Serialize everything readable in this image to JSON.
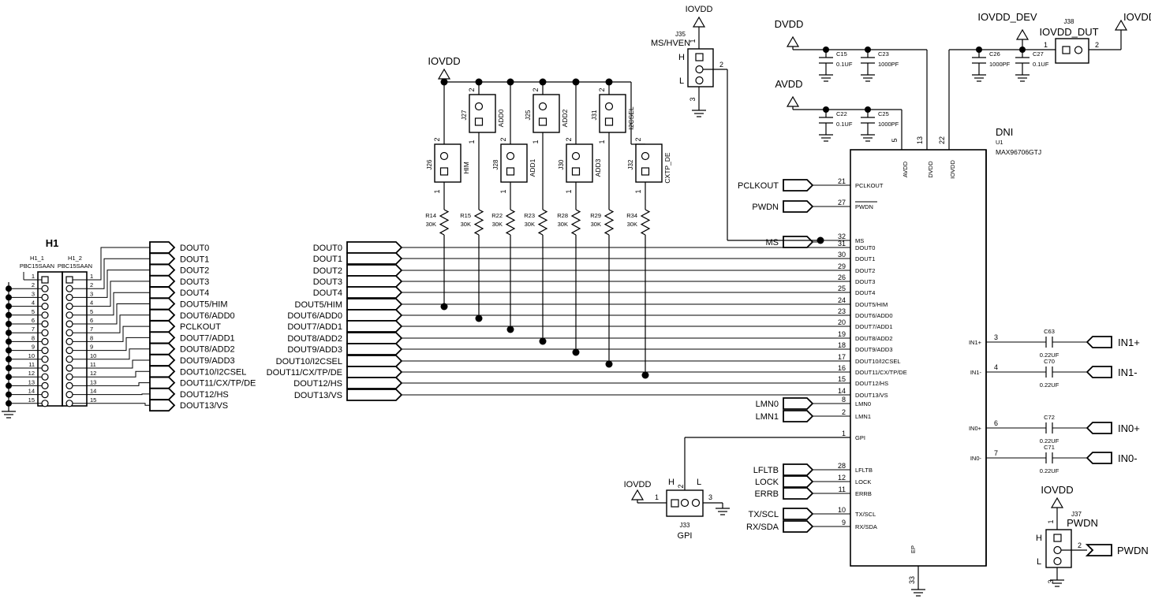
{
  "sheet": {
    "type": "electronic-schematic",
    "device": {
      "dni": "DNI",
      "refdes": "U1",
      "part": "MAX96706GTJ"
    }
  },
  "connector_h1": {
    "title": "H1",
    "left": {
      "refdes": "H1_1",
      "part": "PBC15SAAN"
    },
    "right": {
      "refdes": "H1_2",
      "part": "PBC15SAAN"
    },
    "pins": [
      "1",
      "2",
      "3",
      "4",
      "5",
      "6",
      "7",
      "8",
      "9",
      "10",
      "11",
      "12",
      "13",
      "14",
      "15"
    ]
  },
  "dout_ports": [
    "DOUT0",
    "DOUT1",
    "DOUT2",
    "DOUT3",
    "DOUT4",
    "DOUT5/HIM",
    "DOUT6/ADD0",
    "PCLKOUT",
    "DOUT7/ADD1",
    "DOUT8/ADD2",
    "DOUT9/ADD3",
    "DOUT10/I2CSEL",
    "DOUT11/CX/TP/DE",
    "DOUT12/HS",
    "DOUT13/VS"
  ],
  "bus_ports": [
    {
      "label": "DOUT0",
      "pin": "31",
      "ic": "DOUT0"
    },
    {
      "label": "DOUT1",
      "pin": "30",
      "ic": "DOUT1"
    },
    {
      "label": "DOUT2",
      "pin": "29",
      "ic": "DOUT2"
    },
    {
      "label": "DOUT3",
      "pin": "26",
      "ic": "DOUT3"
    },
    {
      "label": "DOUT4",
      "pin": "25",
      "ic": "DOUT4"
    },
    {
      "label": "DOUT5/HIM",
      "pin": "24",
      "ic": "DOUT5/HIM"
    },
    {
      "label": "DOUT6/ADD0",
      "pin": "23",
      "ic": "DOUT6/ADD0"
    },
    {
      "label": "DOUT7/ADD1",
      "pin": "20",
      "ic": "DOUT7/ADD1"
    },
    {
      "label": "DOUT8/ADD2",
      "pin": "19",
      "ic": "DOUT8/ADD2"
    },
    {
      "label": "DOUT9/ADD3",
      "pin": "18",
      "ic": "DOUT9/ADD3"
    },
    {
      "label": "DOUT10/I2CSEL",
      "pin": "17",
      "ic": "DOUT10/I2CSEL"
    },
    {
      "label": "DOUT11/CX/TP/DE",
      "pin": "16",
      "ic": "DOUT11/CX/TP/DE"
    },
    {
      "label": "DOUT12/HS",
      "pin": "15",
      "ic": "DOUT12/HS"
    },
    {
      "label": "DOUT13/VS",
      "pin": "14",
      "ic": "DOUT13/VS"
    }
  ],
  "pullups": [
    {
      "refdes": "R14",
      "value": "30K"
    },
    {
      "refdes": "R15",
      "value": "30K"
    },
    {
      "refdes": "R22",
      "value": "30K"
    },
    {
      "refdes": "R23",
      "value": "30K"
    },
    {
      "refdes": "R28",
      "value": "30K"
    },
    {
      "refdes": "R29",
      "value": "30K"
    },
    {
      "refdes": "R34",
      "value": "30K"
    }
  ],
  "jumpers_config": [
    {
      "refdes": "J26",
      "net": "HIM",
      "pin1": "1",
      "pin2": "2"
    },
    {
      "refdes": "J27",
      "net": "ADD0",
      "pin1": "1",
      "pin2": "2"
    },
    {
      "refdes": "J28",
      "net": "ADD1",
      "pin1": "1",
      "pin2": "2"
    },
    {
      "refdes": "J25",
      "net": "ADD2",
      "pin1": "1",
      "pin2": "2"
    },
    {
      "refdes": "J30",
      "net": "ADD3",
      "pin1": "1",
      "pin2": "2"
    },
    {
      "refdes": "J31",
      "net": "I2CSEL",
      "pin1": "1",
      "pin2": "2"
    },
    {
      "refdes": "J32",
      "net": "CXTP_DE",
      "pin1": "1",
      "pin2": "2"
    }
  ],
  "rails": {
    "iovdd": "IOVDD",
    "dvdd": "DVDD",
    "avdd": "AVDD",
    "iovdd_dev": "IOVDD_DEV"
  },
  "decoupling": [
    {
      "refdes": "C15",
      "value": "0.1UF",
      "rail": "DVDD"
    },
    {
      "refdes": "C23",
      "value": "1000PF",
      "rail": "DVDD"
    },
    {
      "refdes": "C22",
      "value": "0.1UF",
      "rail": "AVDD"
    },
    {
      "refdes": "C25",
      "value": "1000PF",
      "rail": "AVDD"
    },
    {
      "refdes": "C26",
      "value": "1000PF",
      "rail": "IOVDD_DEV"
    },
    {
      "refdes": "C27",
      "value": "0.1UF",
      "rail": "IOVDD_DEV"
    }
  ],
  "jumper_ms": {
    "refdes": "J35",
    "name": "MS/HVEN",
    "h": "H",
    "l": "L",
    "pin1": "1",
    "pin2": "2",
    "pin3": "3"
  },
  "jumper_iovdd_dut": {
    "refdes": "J38",
    "name": "IOVDD_DUT",
    "pin1": "1",
    "pin2": "2"
  },
  "jumper_gpi": {
    "refdes": "J33",
    "name": "GPI",
    "h": "H",
    "l": "L",
    "pin1": "1",
    "pin2": "2",
    "pin3": "3"
  },
  "jumper_pwdn": {
    "refdes": "J37",
    "name": "PWDN",
    "h": "H",
    "l": "L",
    "pin1": "1",
    "pin2": "2",
    "pin3": "3"
  },
  "ic_power_pins": [
    {
      "pin": "5",
      "name": "AVDD"
    },
    {
      "pin": "13",
      "name": "DVDD"
    },
    {
      "pin": "22",
      "name": "IOVDD"
    }
  ],
  "ic_left_top_pins": [
    {
      "pin": "21",
      "name": "PCLKOUT",
      "port": "PCLKOUT"
    },
    {
      "pin": "27",
      "name": "PWDN",
      "port": "PWDN",
      "overbar": true
    },
    {
      "pin": "32",
      "name": "MS",
      "port": "MS"
    }
  ],
  "ic_left_bottom_pins": [
    {
      "pin": "8",
      "name": "LMN0",
      "port": "LMN0"
    },
    {
      "pin": "2",
      "name": "LMN1",
      "port": "LMN1"
    },
    {
      "pin": "1",
      "name": "GPI",
      "port": ""
    },
    {
      "pin": "28",
      "name": "LFLTB",
      "port": "LFLTB"
    },
    {
      "pin": "12",
      "name": "LOCK",
      "port": "LOCK"
    },
    {
      "pin": "11",
      "name": "ERRB",
      "port": "ERRB"
    },
    {
      "pin": "10",
      "name": "TX/SCL",
      "port": "TX/SCL"
    },
    {
      "pin": "9",
      "name": "RX/SDA",
      "port": "RX/SDA"
    }
  ],
  "ic_right_pins": [
    {
      "pin": "3",
      "name": "IN1+",
      "cap": "C63",
      "value": "0.22UF",
      "port": "IN1+"
    },
    {
      "pin": "4",
      "name": "IN1-",
      "cap": "C70",
      "value": "0.22UF",
      "port": "IN1-"
    },
    {
      "pin": "6",
      "name": "IN0+",
      "cap": "C72",
      "value": "0.22UF",
      "port": "IN0+"
    },
    {
      "pin": "7",
      "name": "IN0-",
      "cap": "C71",
      "value": "0.22UF",
      "port": "IN0-"
    }
  ],
  "ic_ep": {
    "pin": "33",
    "name": "EP"
  },
  "ports_right": {
    "pwdn": "PWDN"
  },
  "colors": {
    "line": "#000000",
    "background": "#ffffff"
  }
}
